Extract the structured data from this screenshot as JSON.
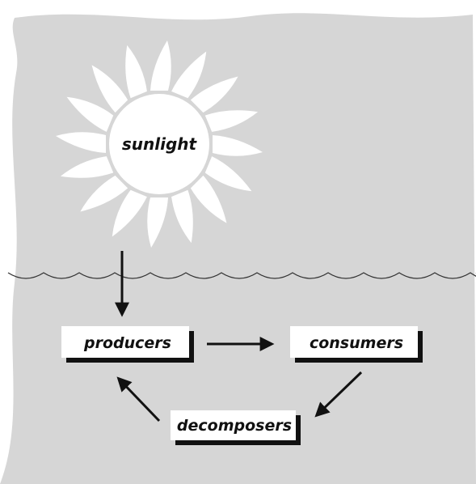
{
  "diagram": {
    "sun_label": "sunlight",
    "boxes": {
      "producers": "producers",
      "consumers": "consumers",
      "decomposers": "decomposers"
    }
  },
  "colors": {
    "background": "#d6d6d6",
    "panel_border": "#ffffff",
    "sun": "#ffffff",
    "water_line": "#333333",
    "arrow": "#111111",
    "box_fill": "#ffffff",
    "box_shadow": "#111111"
  },
  "icons": {
    "sun": "sun-icon",
    "waves": "water-surface-waves"
  }
}
